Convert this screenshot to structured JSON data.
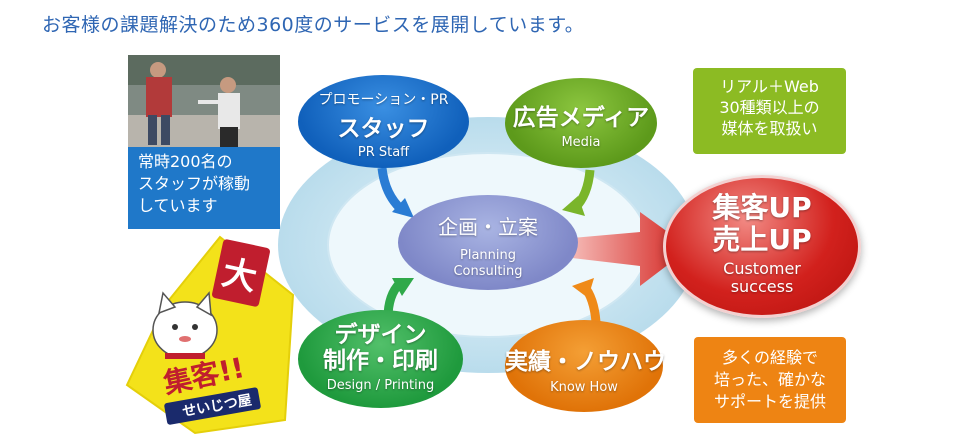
{
  "headline": "お客様の課題解決のため360度のサービスを展開しています。",
  "staff_box": {
    "line1": "常時200名の",
    "line2": "スタッフが稼動",
    "line3": "しています"
  },
  "media_box": {
    "line1": "リアル＋Web",
    "line2": "30種類以上の",
    "line3": "媒体を取扱い"
  },
  "experience_box": {
    "line1": "多くの経験で",
    "line2": "培った、確かな",
    "line3": "サポートを提供"
  },
  "promotion": {
    "small": "プロモーション・PR",
    "big": "スタッフ",
    "en": "PR Staff"
  },
  "media": {
    "big": "広告メディア",
    "en": "Media"
  },
  "planning": {
    "big": "企画・立案",
    "en1": "Planning",
    "en2": "Consulting"
  },
  "design": {
    "line1": "デザイン",
    "line2": "制作・印刷",
    "en": "Design / Printing"
  },
  "knowhow": {
    "big": "実績・ノウハウ",
    "en": "Know How"
  },
  "goal": {
    "line1": "集客UP",
    "line2": "売上UP",
    "en1": "Customer",
    "en2": "success"
  },
  "mascot": {
    "banner": "大",
    "title": "集客!!",
    "company": "せいじつ屋"
  },
  "colors": {
    "headline": "#2f66b3",
    "blue": "#1f78c9",
    "green": "#8cbb23",
    "orange": "#ee8413",
    "red": "#d2211d"
  }
}
